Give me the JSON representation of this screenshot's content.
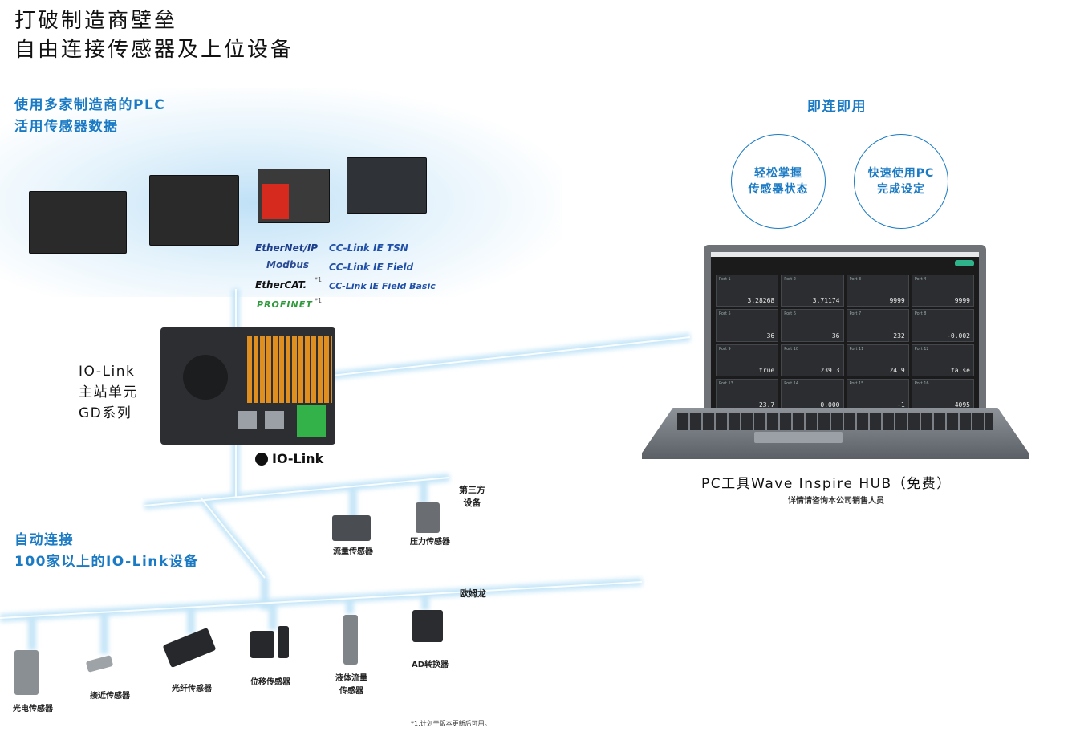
{
  "title_lines": [
    "打破制造商壁垒",
    "自由连接传感器及上位设备"
  ],
  "plc_heading": [
    "使用多家制造商的PLC",
    "活用传感器数据"
  ],
  "protocols": [
    "EtherNet/IP",
    "CC-Link IE TSN",
    "Modbus",
    "CC-Link IE Field",
    "EtherCAT.",
    "*1",
    "CC-Link IE Field Basic",
    "PROFINET",
    "*1"
  ],
  "master_label": [
    "IO-Link",
    "主站单元",
    "GD系列"
  ],
  "iolink_logo": "IO-Link",
  "auto_heading": [
    "自动连接",
    "100家以上的IO-Link设备"
  ],
  "ready_heading": "即连即用",
  "circle_left": [
    "轻松掌握",
    "传感器状态"
  ],
  "circle_right": [
    "快速使用PC",
    "完成设定"
  ],
  "tool_title": "PC工具Wave Inspire HUB（免费）",
  "tool_sub": "详情请咨询本公司销售人员",
  "third_party": [
    "第三方",
    "设备"
  ],
  "omron_label": "欧姆龙",
  "sensors": {
    "flow": "流量传感器",
    "pressure": "压力传感器",
    "photo": "光电传感器",
    "proximity": "接近传感器",
    "fiber": "光纤传感器",
    "displacement": "位移传感器",
    "liquid_flow": [
      "液体流量",
      "传感器"
    ],
    "ad": "AD转换器"
  },
  "screen_values": [
    "3.28268",
    "3.71174",
    "9999",
    "9999",
    "36",
    "36",
    "232",
    "-0.002",
    "true",
    "23913",
    "24.9",
    "false",
    "23.7",
    "0.000",
    "-1",
    "4095"
  ],
  "footnote": "*1.计划于版本更新后可用。",
  "colors": {
    "accent": "#1a7ac4",
    "network": "#bfe3f7"
  }
}
